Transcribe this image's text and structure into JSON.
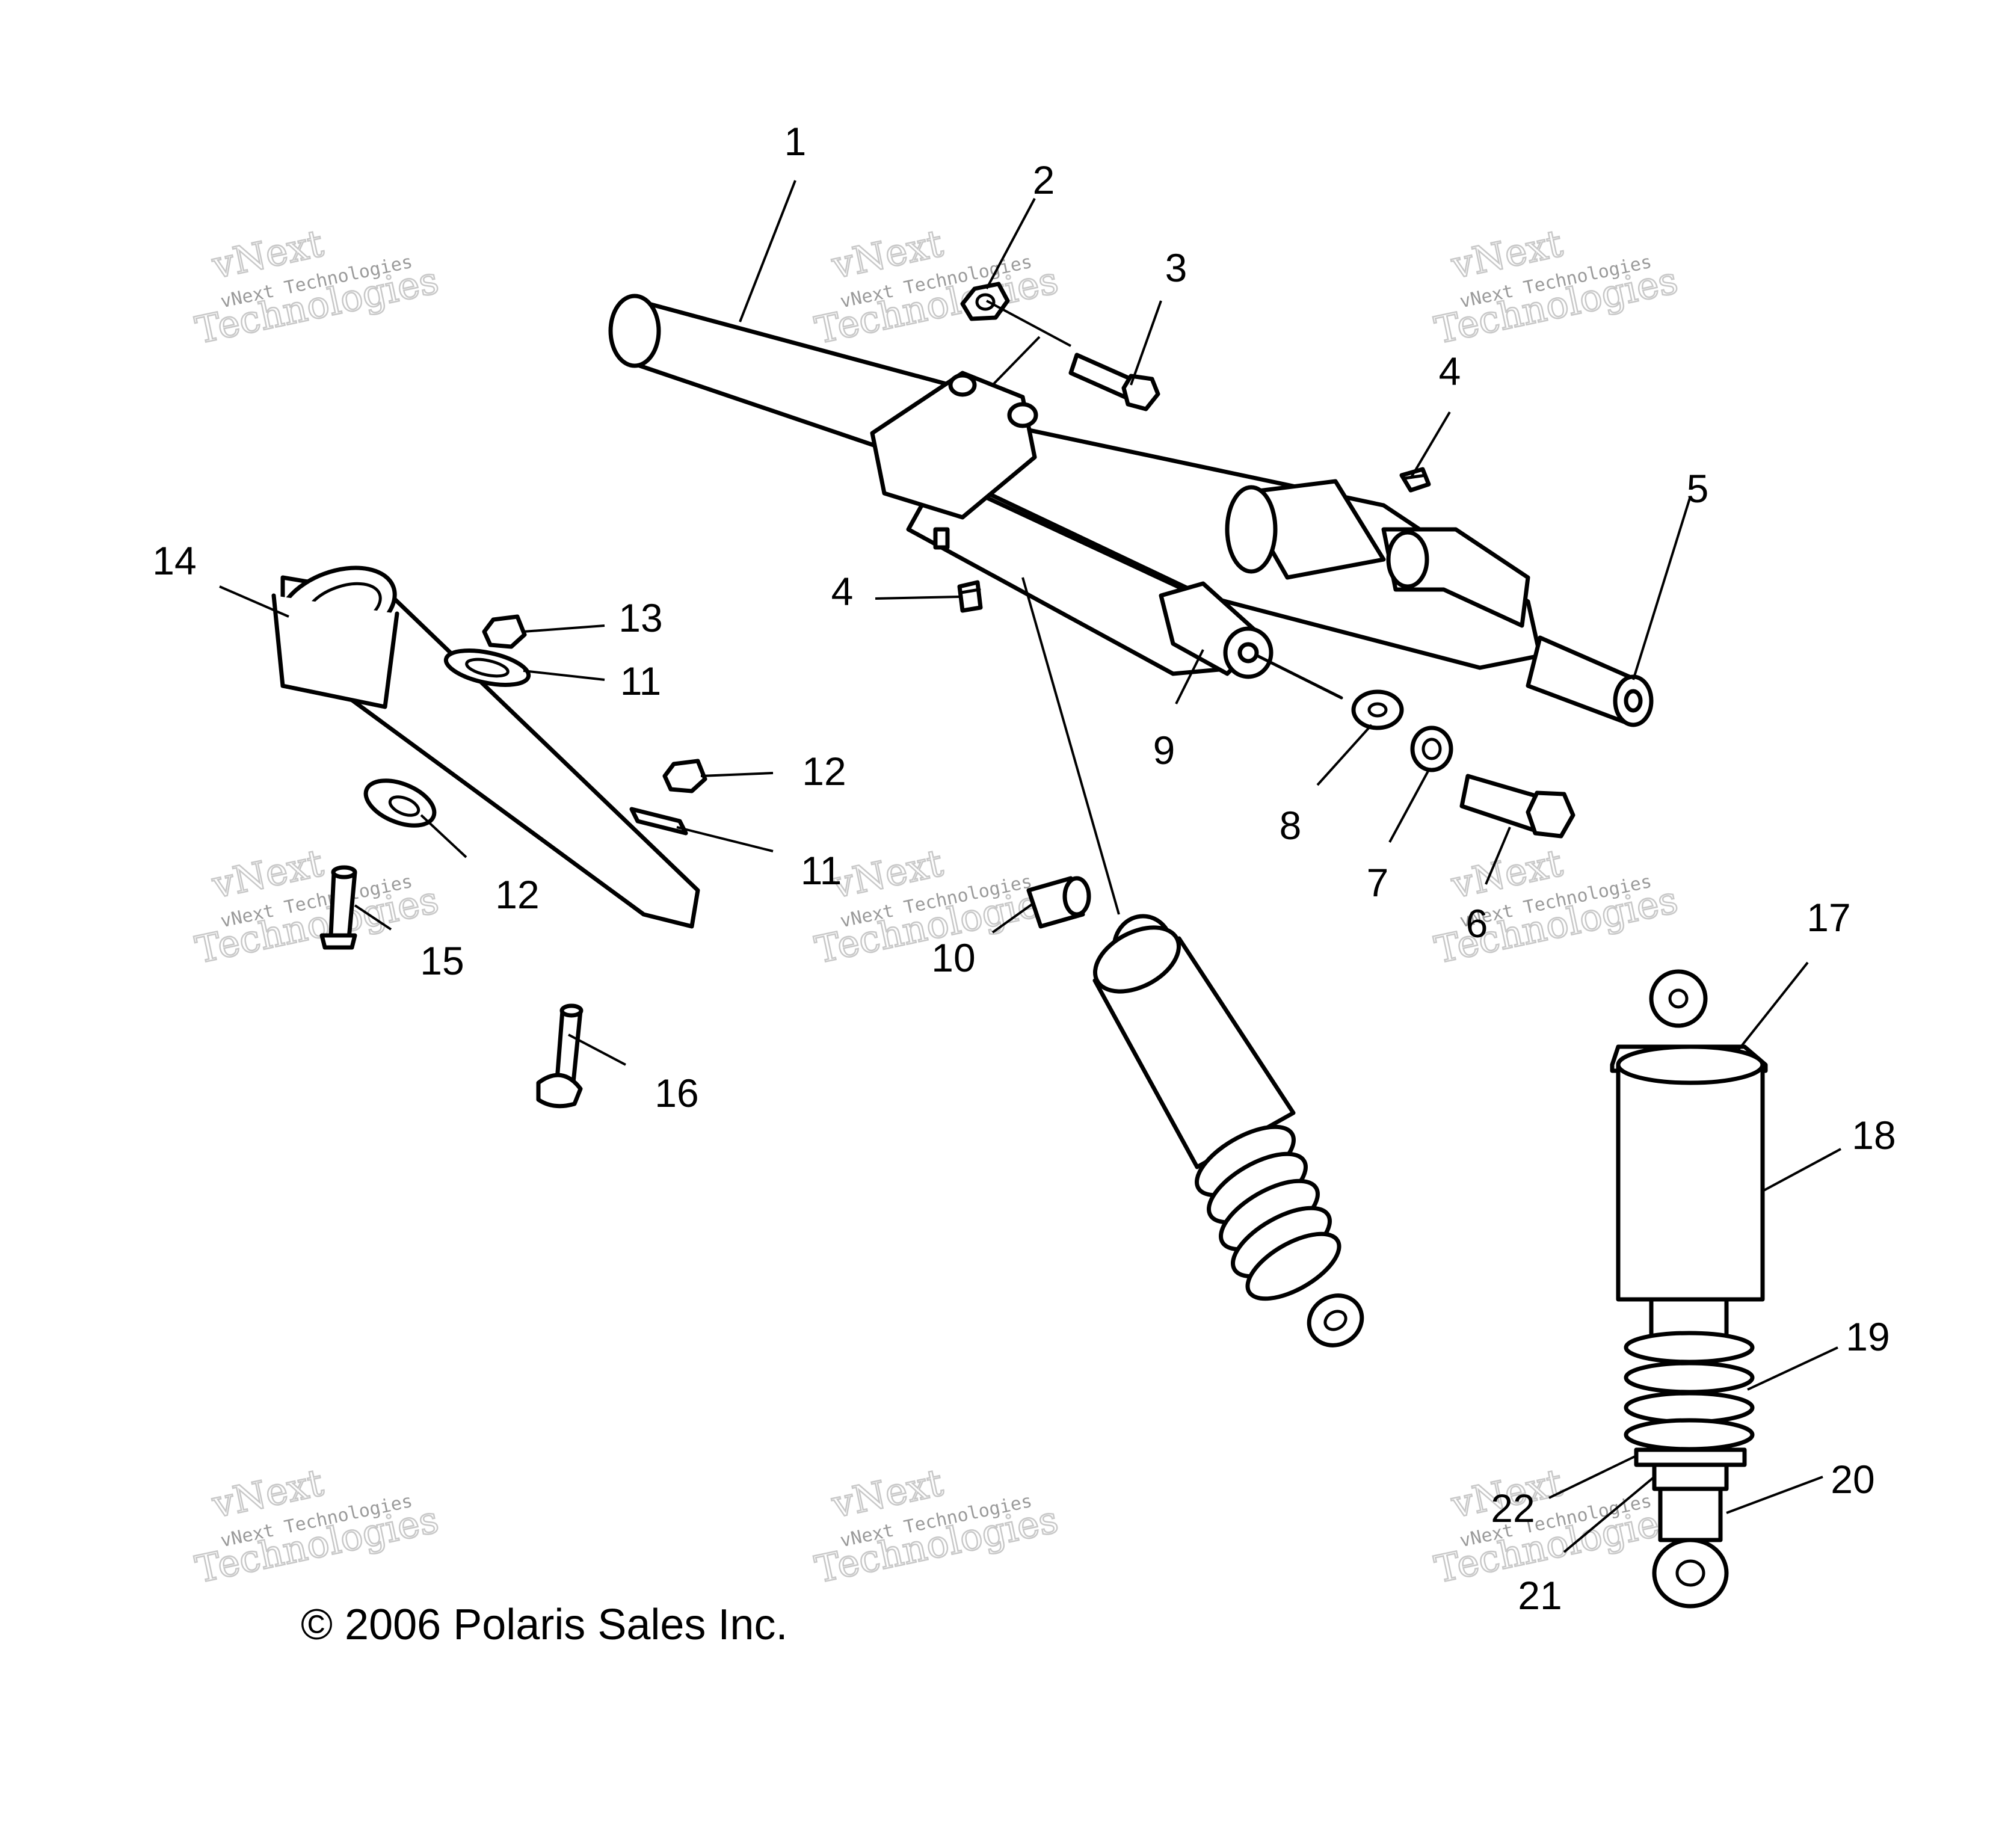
{
  "copyright": "© 2006 Polaris Sales Inc.",
  "watermark": {
    "line1": "vNext",
    "line2": "vNext Technologies",
    "line3": "Technologies"
  },
  "callouts": [
    {
      "id": "1",
      "text": "1"
    },
    {
      "id": "2",
      "text": "2"
    },
    {
      "id": "3",
      "text": "3"
    },
    {
      "id": "4a",
      "text": "4"
    },
    {
      "id": "4b",
      "text": "4"
    },
    {
      "id": "5",
      "text": "5"
    },
    {
      "id": "6",
      "text": "6"
    },
    {
      "id": "7",
      "text": "7"
    },
    {
      "id": "8",
      "text": "8"
    },
    {
      "id": "9",
      "text": "9"
    },
    {
      "id": "10",
      "text": "10"
    },
    {
      "id": "11a",
      "text": "11"
    },
    {
      "id": "11b",
      "text": "11"
    },
    {
      "id": "12a",
      "text": "12"
    },
    {
      "id": "12b",
      "text": "12"
    },
    {
      "id": "13",
      "text": "13"
    },
    {
      "id": "14",
      "text": "14"
    },
    {
      "id": "15",
      "text": "15"
    },
    {
      "id": "16",
      "text": "16"
    },
    {
      "id": "17",
      "text": "17"
    },
    {
      "id": "18",
      "text": "18"
    },
    {
      "id": "19",
      "text": "19"
    },
    {
      "id": "20",
      "text": "20"
    },
    {
      "id": "21",
      "text": "21"
    },
    {
      "id": "22",
      "text": "22"
    }
  ]
}
